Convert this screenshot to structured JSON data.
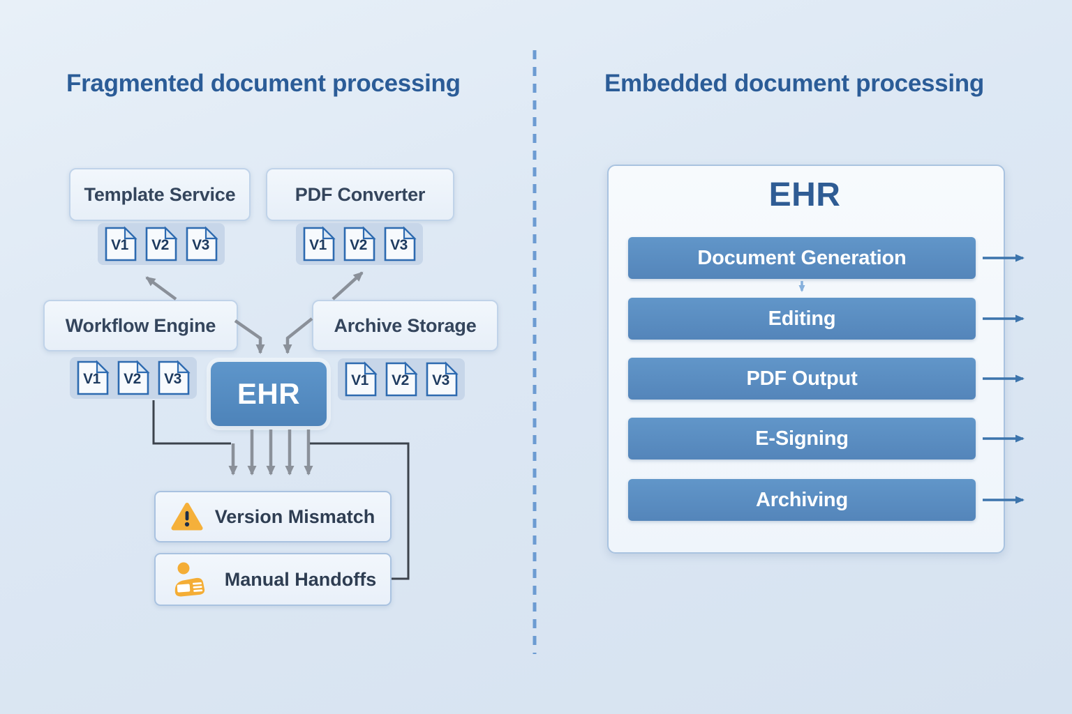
{
  "left_panel": {
    "title": "Fragmented document processing",
    "services": {
      "template_service": "Template Service",
      "pdf_converter": "PDF Converter",
      "workflow_engine": "Workflow Engine",
      "archive_storage": "Archive Storage"
    },
    "ehr_label": "EHR",
    "version_labels": [
      "V1",
      "V2",
      "V3"
    ],
    "issues": {
      "version_mismatch": "Version Mismatch",
      "manual_handoffs": "Manual Handoffs"
    }
  },
  "right_panel": {
    "title": "Embedded document processing",
    "ehr_label": "EHR",
    "capabilities": [
      "Document Generation",
      "Editing",
      "PDF Output",
      "E-Signing",
      "Archiving"
    ]
  },
  "colors": {
    "title_text": "#2b5c97",
    "box_text": "#34455c",
    "ehr_fill": "#5590c6",
    "bar_fill": "#5b8ec4",
    "warning_yellow": "#f5b03a",
    "divider_blue": "#6c9bd2",
    "connector_gray": "#8a9099",
    "connector_dark": "#3c434c",
    "arrow_blue": "#3c74ac"
  }
}
